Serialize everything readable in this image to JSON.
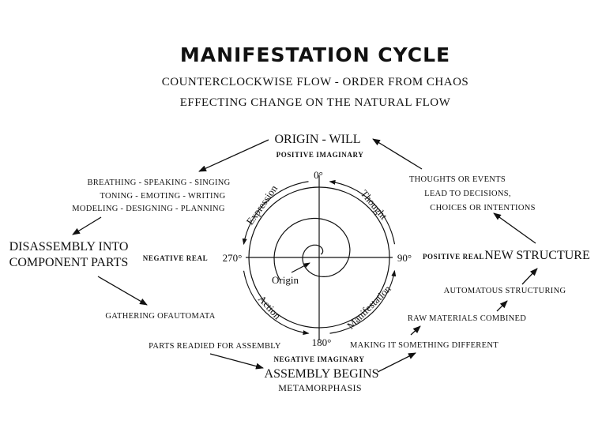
{
  "title": "MANIFESTATION CYCLE",
  "subtitle1": "COUNTERCLOCKWISE FLOW - ORDER FROM CHAOS",
  "subtitle2": "EFFECTING CHANGE ON THE NATURAL FLOW",
  "nodes": {
    "origin_will": "ORIGIN - WILL",
    "positive_imaginary": "POSITIVE IMAGINARY",
    "disassembly_1": "DISASSEMBLY INTO",
    "disassembly_2": "COMPONENT PARTS",
    "negative_real": "NEGATIVE REAL",
    "positive_real": "POSITIVE REAL",
    "new_structure": "NEW STRUCTURE",
    "assembly_begins": "ASSEMBLY BEGINS",
    "metamorphasis": "METAMORPHASIS",
    "negative_imaginary": "NEGATIVE IMAGINARY"
  },
  "activities": [
    "BREATHING - SPEAKING - SINGING",
    "TONING - EMOTING - WRITING",
    "MODELING - DESIGNING - PLANNING"
  ],
  "thoughts": [
    "THOUGHTS OR EVENTS",
    "LEAD TO DECISIONS,",
    "CHOICES OR INTENTIONS"
  ],
  "steps": {
    "gathering": "GATHERING OFAUTOMATA",
    "parts_readied": "PARTS READIED FOR ASSEMBLY",
    "making_different": "MAKING IT SOMETHING DIFFERENT",
    "raw_materials": "RAW MATERIALS COMBINED",
    "automatous": "AUTOMATOUS STRUCTURING"
  },
  "circle": {
    "deg_0": "0°",
    "deg_90": "90°",
    "deg_180": "180°",
    "deg_270": "270°",
    "expression": "Expression",
    "thought": "Thought",
    "action": "Action",
    "manifestation": "Manifestation",
    "origin": "Origin"
  }
}
